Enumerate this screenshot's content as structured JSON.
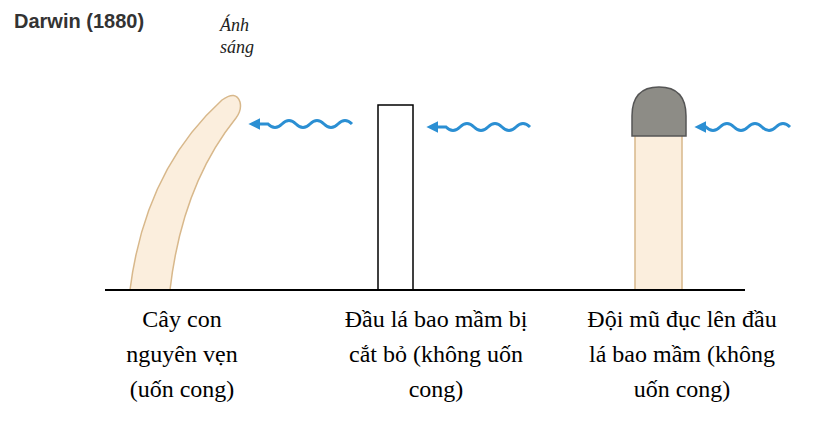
{
  "diagram": {
    "title": "Darwin (1880)",
    "labels": [
      "Ánh sáng",
      "Cây con nguyên vẹn (uốn cong)",
      "Đầu lá bao mầm bị cắt bỏ (không uốn cong)",
      "Đội mũ đục lên đầu lá bao mầm (không uốn cong)"
    ]
  }
}
